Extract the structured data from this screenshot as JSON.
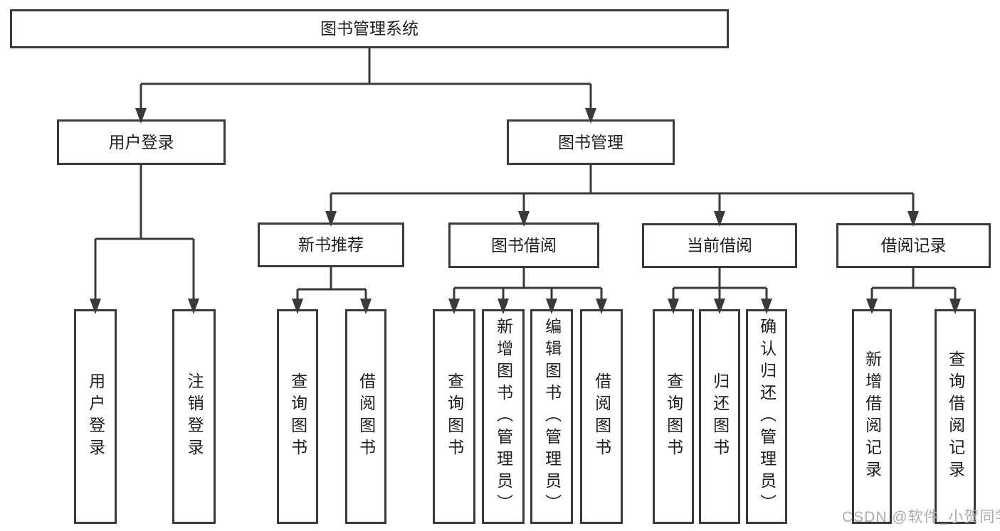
{
  "tree": {
    "label": "图书管理系统",
    "children": [
      {
        "label": "用户登录",
        "children": [
          {
            "label": "用户登录"
          },
          {
            "label": "注销登录"
          }
        ]
      },
      {
        "label": "图书管理",
        "children": [
          {
            "label": "新书推荐",
            "children": [
              {
                "label": "查询图书"
              },
              {
                "label": "借阅图书"
              }
            ]
          },
          {
            "label": "图书借阅",
            "children": [
              {
                "label": "查询图书"
              },
              {
                "label": "新增图书（管理员）"
              },
              {
                "label": "编辑图书（管理员）"
              },
              {
                "label": "借阅图书"
              }
            ]
          },
          {
            "label": "当前借阅",
            "children": [
              {
                "label": "查询图书"
              },
              {
                "label": "归还图书"
              },
              {
                "label": "确认归还（管理员）"
              }
            ]
          },
          {
            "label": "借阅记录",
            "children": [
              {
                "label": "新增借阅记录"
              },
              {
                "label": "查询借阅记录"
              }
            ]
          }
        ]
      }
    ]
  },
  "watermark": "CSDN @软件_小贺同学",
  "colors": {
    "line": "#3a3a3a",
    "box_border": "#3a3a3a",
    "text": "#1e1e1e",
    "watermark": "#adadad",
    "background": "#ffffff"
  }
}
